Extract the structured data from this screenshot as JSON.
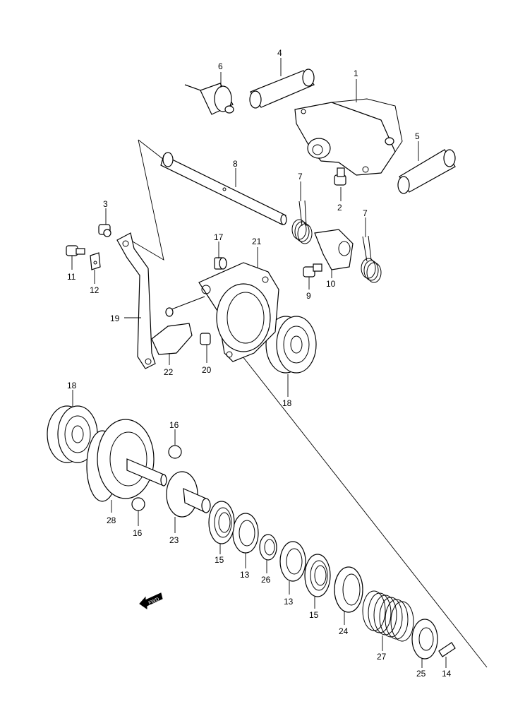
{
  "diagram": {
    "type": "exploded-parts-diagram",
    "callouts": [
      {
        "id": "c1",
        "text": "1"
      },
      {
        "id": "c2",
        "text": "2"
      },
      {
        "id": "c3",
        "text": "3"
      },
      {
        "id": "c4",
        "text": "4"
      },
      {
        "id": "c5",
        "text": "5"
      },
      {
        "id": "c6",
        "text": "6"
      },
      {
        "id": "c7a",
        "text": "7"
      },
      {
        "id": "c7b",
        "text": "7"
      },
      {
        "id": "c8",
        "text": "8"
      },
      {
        "id": "c9",
        "text": "9"
      },
      {
        "id": "c10",
        "text": "10"
      },
      {
        "id": "c11",
        "text": "11"
      },
      {
        "id": "c12",
        "text": "12"
      },
      {
        "id": "c13a",
        "text": "13"
      },
      {
        "id": "c13b",
        "text": "13"
      },
      {
        "id": "c14",
        "text": "14"
      },
      {
        "id": "c15a",
        "text": "15"
      },
      {
        "id": "c15b",
        "text": "15"
      },
      {
        "id": "c16a",
        "text": "16"
      },
      {
        "id": "c16b",
        "text": "16"
      },
      {
        "id": "c17",
        "text": "17"
      },
      {
        "id": "c18a",
        "text": "18"
      },
      {
        "id": "c18b",
        "text": "18"
      },
      {
        "id": "c19",
        "text": "19"
      },
      {
        "id": "c20",
        "text": "20"
      },
      {
        "id": "c21",
        "text": "21"
      },
      {
        "id": "c22",
        "text": "22"
      },
      {
        "id": "c23",
        "text": "23"
      },
      {
        "id": "c24",
        "text": "24"
      },
      {
        "id": "c25",
        "text": "25"
      },
      {
        "id": "c26",
        "text": "26"
      },
      {
        "id": "c27",
        "text": "27"
      },
      {
        "id": "c28",
        "text": "28"
      }
    ],
    "direction_badge": "FWD"
  }
}
